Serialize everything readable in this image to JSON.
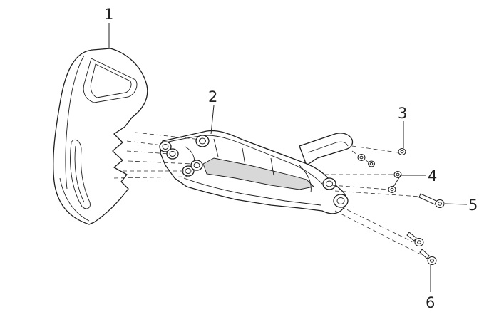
{
  "diagram": {
    "callouts": [
      {
        "id": "1",
        "text": "1"
      },
      {
        "id": "2",
        "text": "2"
      },
      {
        "id": "3",
        "text": "3"
      },
      {
        "id": "4",
        "text": "4"
      },
      {
        "id": "5",
        "text": "5"
      },
      {
        "id": "6",
        "text": "6"
      }
    ],
    "colors": {
      "line": "#1e1e1e",
      "background": "#ffffff",
      "shade": "#d8d8d8"
    }
  }
}
